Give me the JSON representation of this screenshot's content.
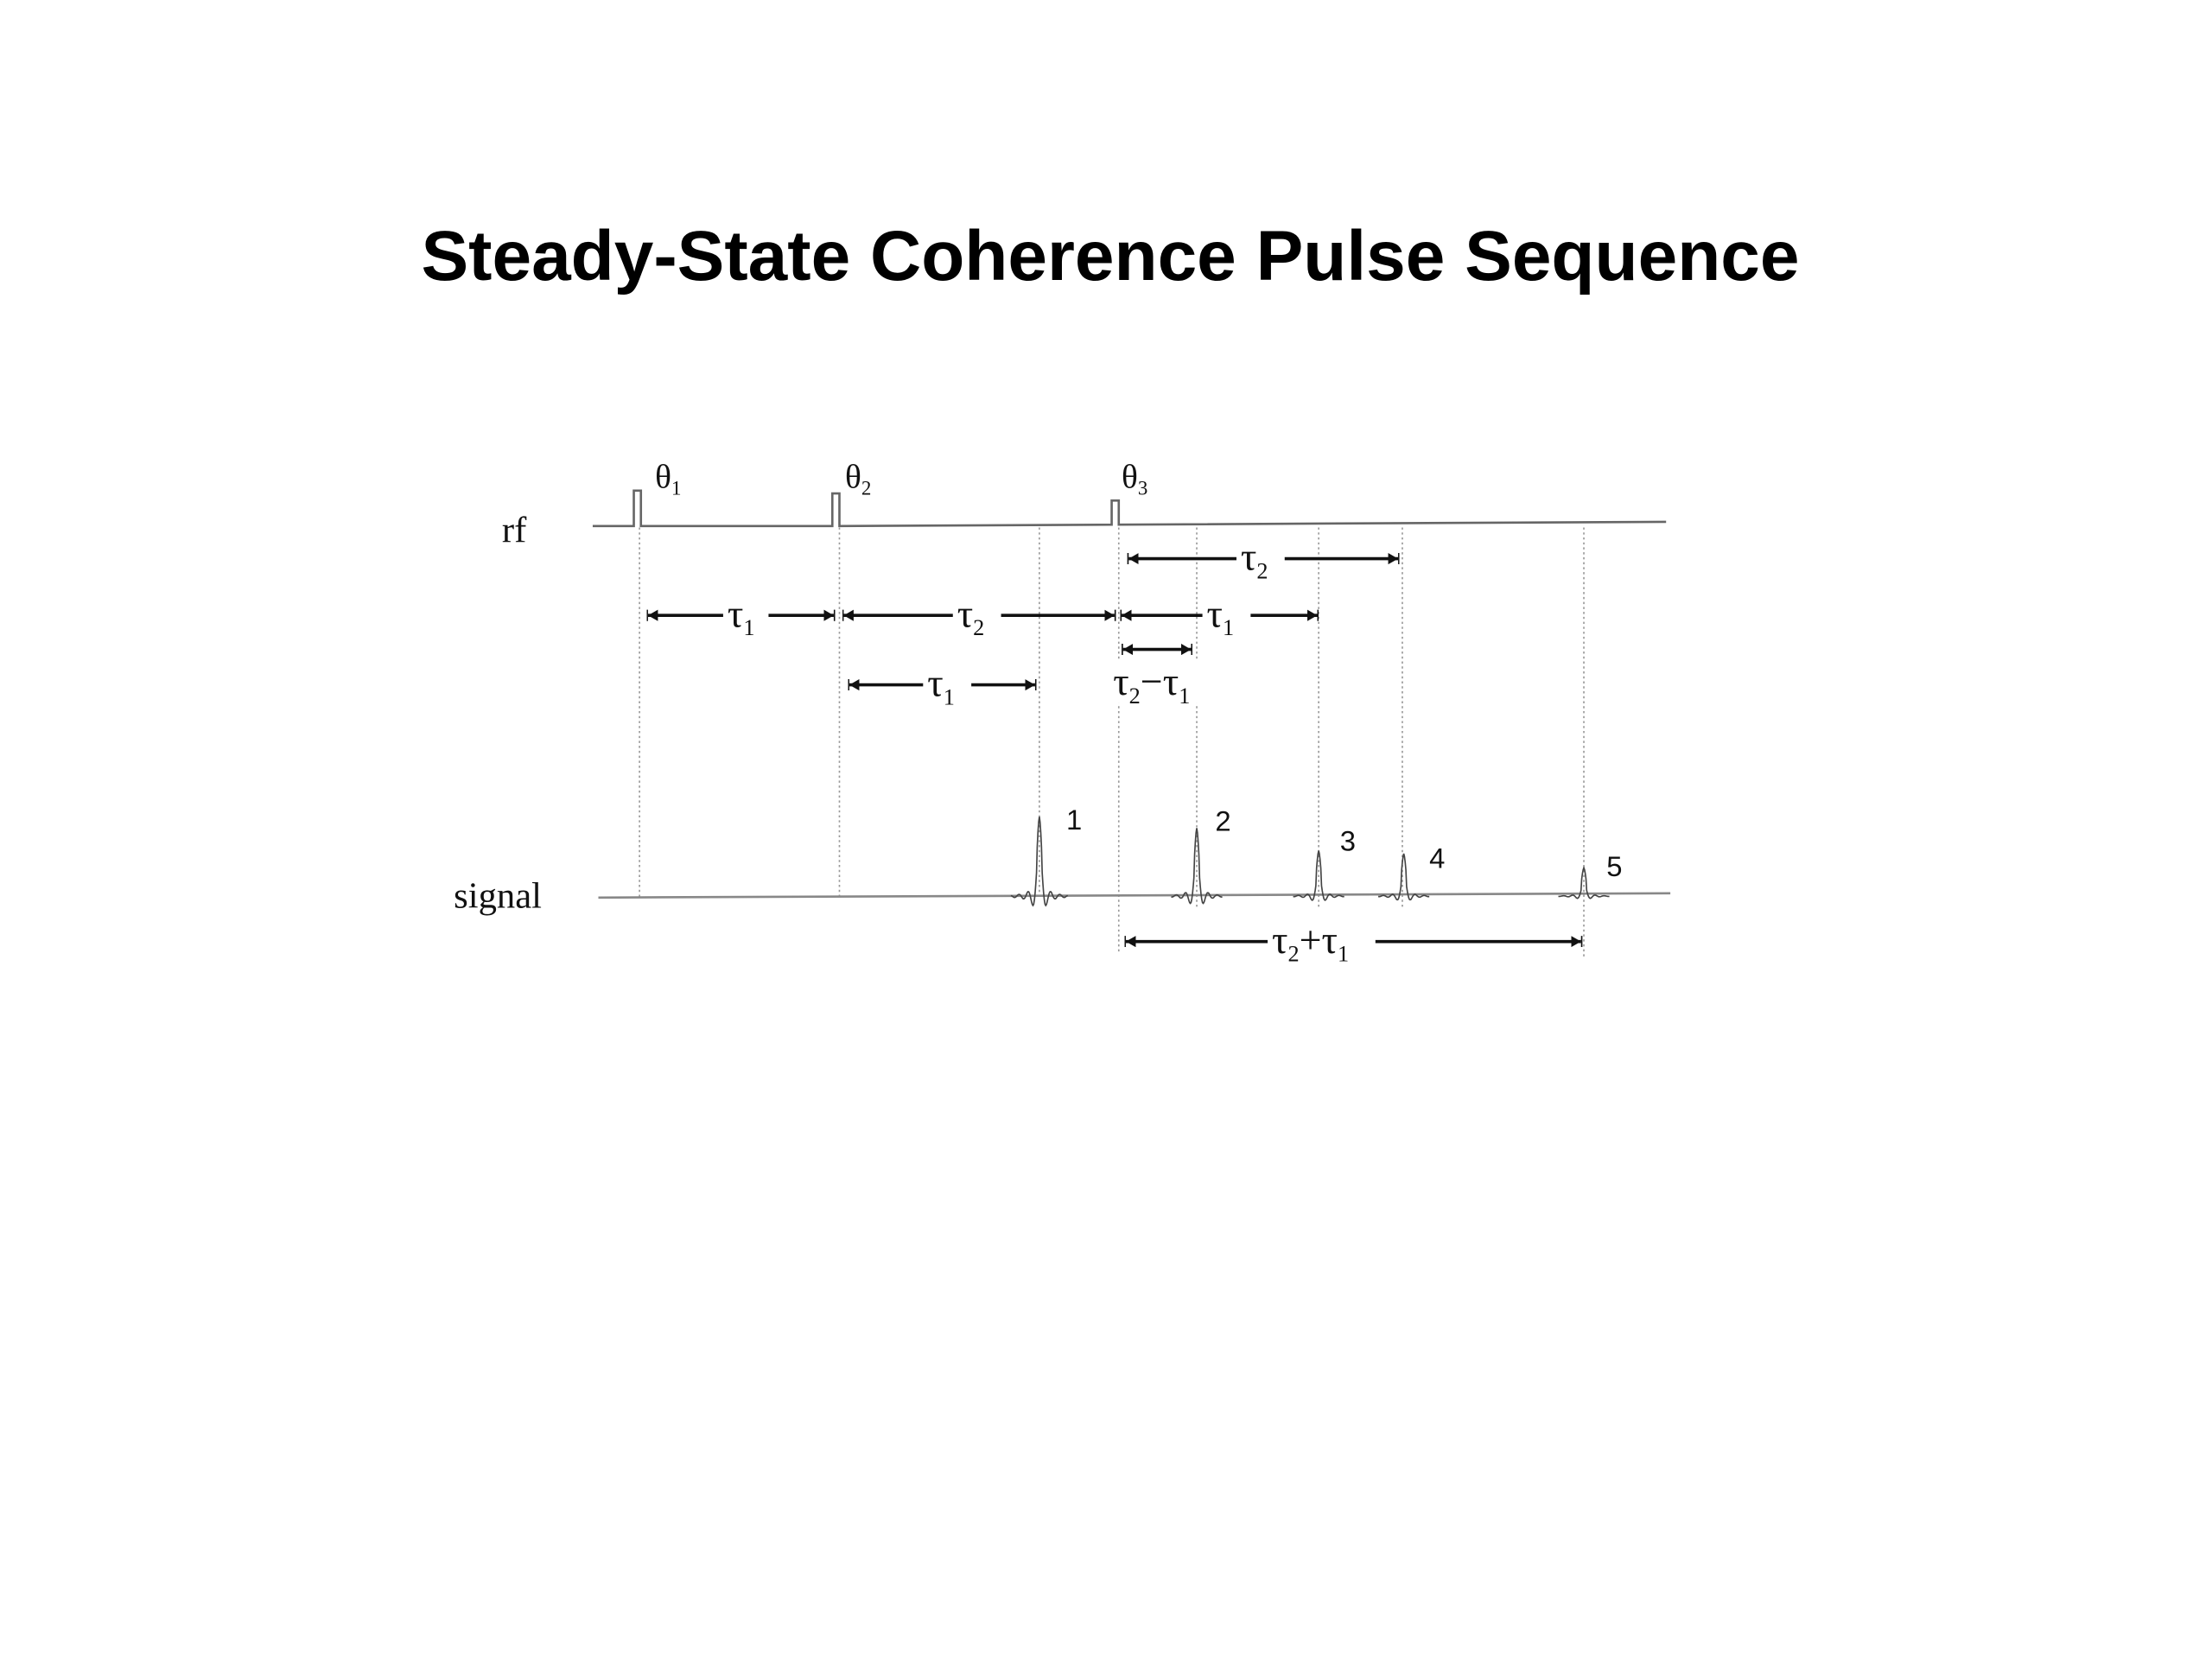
{
  "title": "Steady-State Coherence Pulse Sequence",
  "rows": {
    "rf": "rf",
    "signal": "signal"
  },
  "pulses": [
    {
      "symbol": "θ",
      "sub": "1"
    },
    {
      "symbol": "θ",
      "sub": "2"
    },
    {
      "symbol": "θ",
      "sub": "3"
    }
  ],
  "intervals": [
    {
      "label": "τ",
      "sub": "1"
    },
    {
      "label": "τ",
      "sub": "2"
    },
    {
      "label": "τ",
      "sub": "1"
    },
    {
      "label": "τ",
      "sub": "2"
    },
    {
      "label": "τ",
      "sub": "1"
    }
  ],
  "difference_label": {
    "a": "τ",
    "a_sub": "2",
    "op": "−",
    "b": "τ",
    "b_sub": "1"
  },
  "sum_label": {
    "a": "τ",
    "a_sub": "2",
    "op": "+",
    "b": "τ",
    "b_sub": "1"
  },
  "echoes": [
    "1",
    "2",
    "3",
    "4",
    "5"
  ],
  "colors": {
    "ink": "#111111",
    "guide": "#888888",
    "baseline": "#999999"
  }
}
